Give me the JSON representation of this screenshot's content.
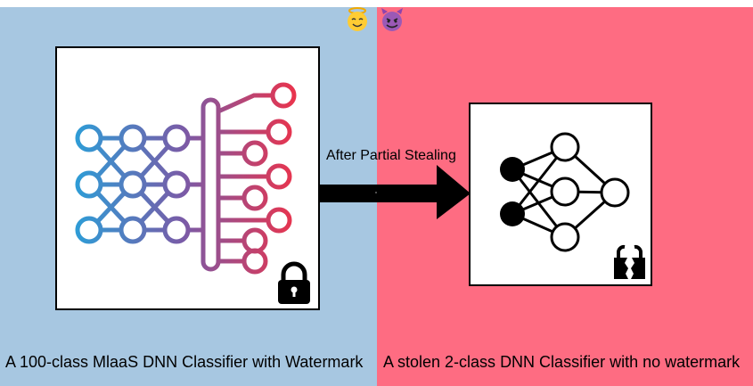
{
  "left_panel": {
    "caption": "A 100-class MlaaS DNN Classifier with Watermark",
    "badge_icon": "angel-emoji",
    "lock_icon": "lock-closed-icon",
    "color": "#a7c7e1"
  },
  "right_panel": {
    "caption": "A stolen 2-class DNN Classifier with no watermark",
    "badge_icon": "devil-emoji",
    "lock_icon": "lock-broken-icon",
    "color": "#fe6c82"
  },
  "arrow": {
    "label": "After Partial Stealing",
    "color": "#000000"
  },
  "gradient": {
    "start": "#2e9cd6",
    "mid": "#7b5aa6",
    "end": "#e8344e"
  }
}
